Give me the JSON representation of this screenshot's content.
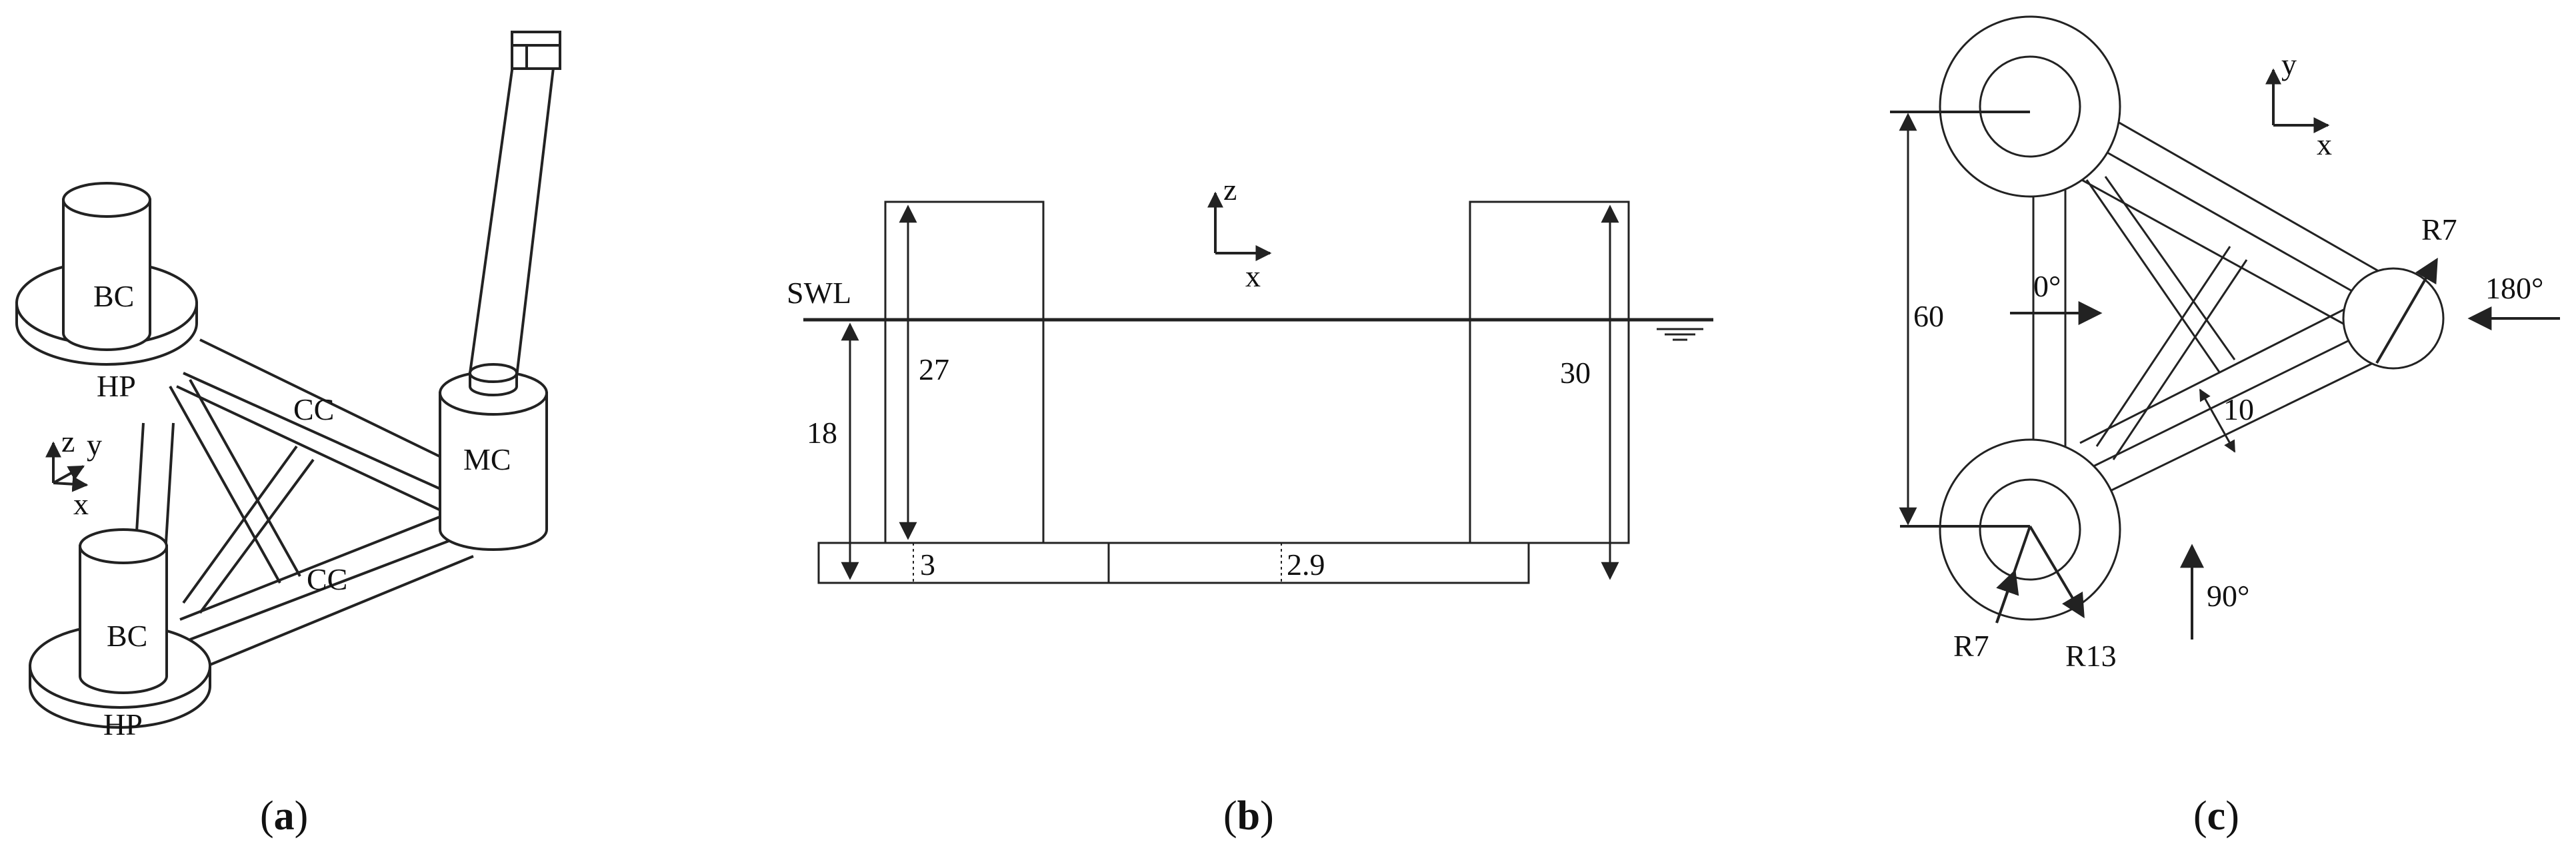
{
  "panel_a": {
    "caption_letter": "a",
    "labels": {
      "bc_top": "BC",
      "hp_top": "HP",
      "bc_bottom": "BC",
      "hp_bottom": "HP",
      "cc_top": "CC",
      "cc_bottom": "CC",
      "mc": "MC"
    },
    "axes": {
      "z": "z",
      "y": "y",
      "x": "x"
    }
  },
  "panel_b": {
    "caption_letter": "b",
    "swl": "SWL",
    "axes": {
      "z": "z",
      "x": "x"
    },
    "dimensions": {
      "draft": "18",
      "bc_height": "27",
      "mc_height": "30",
      "hp_thickness": "3",
      "pontoon_thickness": "2.9"
    }
  },
  "panel_c": {
    "caption_letter": "c",
    "axes": {
      "y": "y",
      "x": "x"
    },
    "dimensions": {
      "spacing": "60",
      "pontoon_width": "10",
      "mc_radius": "R7",
      "bc_radius": "R7",
      "hp_radius": "R13"
    },
    "headings": {
      "h0": "0°",
      "h90": "90°",
      "h180": "180°"
    }
  },
  "colors": {
    "line": "#222222",
    "background": "#ffffff"
  }
}
